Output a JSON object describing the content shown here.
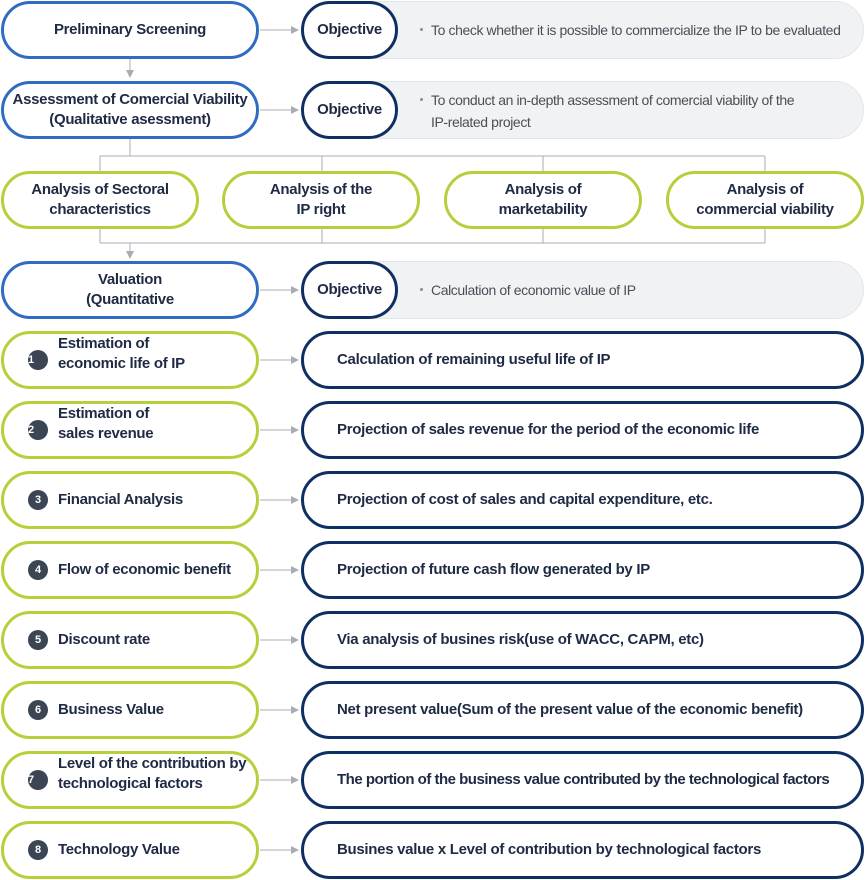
{
  "preliminary": {
    "label": "Preliminary Screening",
    "objective_label": "Objective",
    "objective_text": "To check whether it is possible to commercialize the IP to be evaluated"
  },
  "assessment": {
    "label_line1": "Assessment of Comercial Viability",
    "label_line2": "(Qualitative asessment)",
    "objective_label": "Objective",
    "objective_line1": "To conduct an in-depth assessment of comercial viability of the",
    "objective_line2": "IP-related project"
  },
  "analyses": [
    {
      "line1": "Analysis of Sectoral",
      "line2": "characteristics"
    },
    {
      "line1": "Analysis of the",
      "line2": "IP right"
    },
    {
      "line1": "Analysis of",
      "line2": "marketability"
    },
    {
      "line1": "Analysis of",
      "line2": "commercial viability"
    }
  ],
  "valuation": {
    "label_line1": "Valuation",
    "label_line2": "(Quantitative",
    "objective_label": "Objective",
    "objective_text": "Calculation of economic value of IP"
  },
  "steps": [
    {
      "num": "1",
      "line1": "Estimation of",
      "line2": "economic life of IP",
      "result": "Calculation of remaining useful life of IP"
    },
    {
      "num": "2",
      "line1": "Estimation of",
      "line2": "sales revenue",
      "result": "Projection of sales revenue for the period of the economic life"
    },
    {
      "num": "3",
      "line1": "Financial Analysis",
      "line2": "",
      "result": "Projection of cost of sales and capital expenditure, etc."
    },
    {
      "num": "4",
      "line1": "Flow of economic benefit",
      "line2": "",
      "result": "Projection of future cash flow generated by IP"
    },
    {
      "num": "5",
      "line1": "Discount rate",
      "line2": "",
      "result": "Via analysis of busines risk(use of WACC, CAPM, etc)"
    },
    {
      "num": "6",
      "line1": "Business Value",
      "line2": "",
      "result": "Net present value(Sum of the present value of the economic benefit)"
    },
    {
      "num": "7",
      "line1": "Level of the contribution by",
      "line2": "technological factors",
      "result": "The portion of the business value contributed by the technological factors"
    },
    {
      "num": "8",
      "line1": "Technology Value",
      "line2": "",
      "result": "Busines value x Level of contribution by technological factors"
    }
  ],
  "colors": {
    "blue_border": "#2f6cc2",
    "green_border": "#b7cf3a",
    "dark_border": "#0f2f63",
    "connector": "#a9adb3"
  }
}
